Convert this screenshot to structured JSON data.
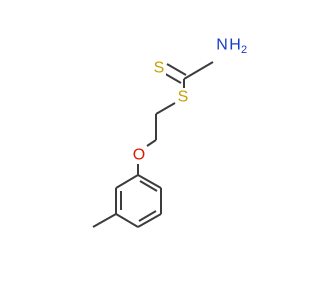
{
  "molecule": {
    "atoms": {
      "sulfur_thione": {
        "symbol": "S"
      },
      "sulfur_thioether": {
        "symbol": "S"
      },
      "nitrogen": {
        "symbol": "N",
        "hydrogen": "H",
        "hydrogen_count": "2"
      },
      "oxygen": {
        "symbol": "O"
      }
    },
    "colors": {
      "sulfur": "#c8a000",
      "nitrogen": "#1a3cc8",
      "oxygen": "#e01a00",
      "bond": "#3c3c3c"
    }
  }
}
